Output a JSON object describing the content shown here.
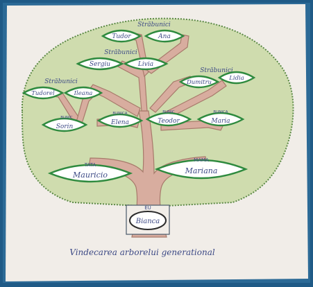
{
  "photo": {
    "colors": {
      "border": "#1f5a86",
      "paper": "#f1ede8",
      "canopy": "#cfdcae",
      "canopy_edge": "#5c8a46",
      "trunk": "#d8ad9f",
      "trunk_edge": "#a77a6b",
      "leaf_fill": "#ffffff",
      "leaf_stroke": "#2e8a3e",
      "ink": "#3d4a86"
    },
    "groups": {
      "top": "Străbunici",
      "mid": "Străbunici",
      "left": "Străbunici",
      "right": "Străbunici"
    },
    "leaves": {
      "top_1": "Tudor",
      "top_2": "Ana",
      "mid_1": "Sergiu",
      "mid_2": "Livia",
      "left_1": "Tudorel",
      "left_2": "Ileana",
      "right_1": "Dumitru",
      "right_2": "Lidia",
      "bunic_1": "Sorin",
      "bunic_2": "Elena",
      "bunic_3": "Teodor",
      "bunic_4": "Maria",
      "tata": "Mauricio",
      "mama": "Mariana",
      "eu": "Bianca"
    },
    "roles": {
      "bunic_1": "BUNIC",
      "bunic_2": "BUNICA",
      "bunic_3": "BUNIC",
      "bunic_4": "BUNICA",
      "tata": "TATA",
      "mama": "MAMA",
      "eu": "EU"
    },
    "caption": "Vindecarea arborelui generational"
  }
}
